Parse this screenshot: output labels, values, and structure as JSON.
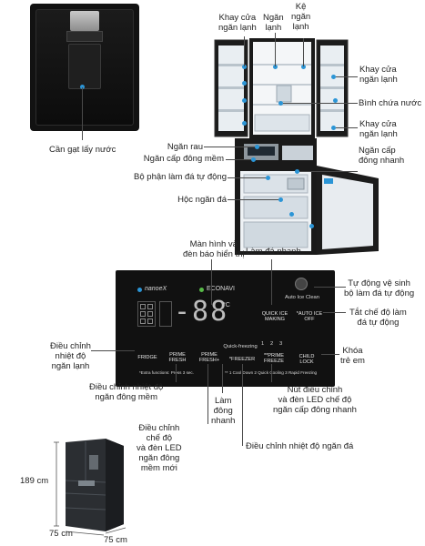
{
  "labels": {
    "khay_cua_ngan_lanh_top": "Khay cửa\nngăn lạnh",
    "ngan_lanh_top": "Ngăn\nlạnh",
    "ke_ngan_lanh": "Kệ\nngăn\nlạnh",
    "khay_cua_ngan_lanh_r1": "Khay cửa\nngăn lạnh",
    "binh_chua_nuoc": "Bình chứa nước",
    "khay_cua_ngan_lanh_r2": "Khay cửa\nngăn lạnh",
    "ngan_rau": "Ngăn rau",
    "ngan_cap_dong_mem": "Ngăn cấp đông mềm",
    "ngan_cap_dong_nhanh": "Ngăn cấp\nđông nhanh",
    "bo_phan_lam_da": "Bộ phận làm đá tự động",
    "hoc_ngan_da": "Hộc ngăn đá",
    "can_gat_lay_nuoc": "Cần gạt lấy nước",
    "man_hinh": "Màn hình và\nđèn báo hiển thị",
    "lam_da_nhanh_top": "Làm đá nhanh",
    "tu_dong_ve_sinh": "Tự động vệ sinh\nbộ làm đá tự động",
    "tat_che_do": "Tắt chế độ làm\nđá tự động",
    "dieu_chinh_nhiet_do_ngan_lanh": "Điều chỉnh\nnhiệt độ\nngăn lạnh",
    "khoa_tre_em": "Khóa\ntrẻ em",
    "dieu_chinh_nhiet_do_ngan_dong_mem": "Điều chỉnh nhiệt độ\nngăn đông mềm",
    "nut_dieu_chinh": "Nút điều chỉnh\nvà đèn LED chế độ\nngăn cấp đông nhanh",
    "lam_dong_nhanh": "Làm\nđông\nnhanh",
    "dieu_chinh_che_do": "Điều chỉnh\nchế độ\nvà đèn LED\nngăn đông\nmềm mới",
    "dieu_chinh_nhiet_do_ngan_da": "Điều chỉnh nhiệt độ ngăn đá",
    "height": "189 cm",
    "width": "75 cm",
    "depth": "75 cm"
  },
  "panel": {
    "nanoex": "nanoeX",
    "econavi": "ECONAVI",
    "display_digits": "-88",
    "degree": "°C",
    "auto_ice_clean": "Auto Ice Clean",
    "quick_ice_making": "QUICK ICE\nMAKING",
    "auto_ice_off": "*AUTO ICE\nOFF",
    "fridge": "FRIDGE",
    "prime_fresh": "PRIME\nFRESH",
    "prime_fresh_plus": "PRIME\nFRESH+",
    "quick_freezing": "Quick-freezing",
    "freezer": "*FREEZER",
    "prime_freeze": "**PRIME\nFREEZE",
    "child_lock": "CHILD\nLOCK",
    "extra_functions": "*Extra functions: Press 3 sec.",
    "freeze_modes": "** 1  Cool Down   2  Quick Cooling   3  Rapid Freezing",
    "freeze_levels": [
      "1",
      "2",
      "3"
    ]
  },
  "colors": {
    "accent_blue": "#2b95d6",
    "panel_bg": "#111111",
    "fridge_body": "#1a1a1a"
  }
}
